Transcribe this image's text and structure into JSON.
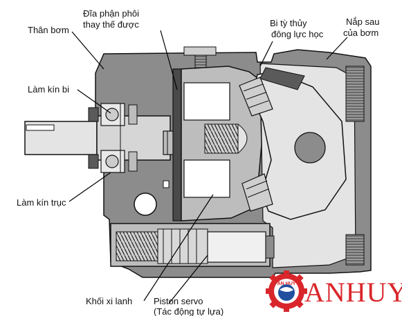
{
  "labels": {
    "than_bom": "Thân bơm",
    "dia_phan_phoi_1": "Đĩa phận phôi",
    "dia_phan_phoi_2": "thay thế được",
    "bi_ty_thuy_1": "Bi tỳ thủy",
    "bi_ty_thuy_2": "đông lực học",
    "nap_sau_1": "Nắp sau",
    "nap_sau_2": "của bơm",
    "lam_kin_bi": "Làm kín bi",
    "lam_kin_truc": "Làm kín trục",
    "khoi_xi_lanh": "Khối xi lanh",
    "piston_servo_1": "Piston servo",
    "piston_servo_2": "(Tác động tự lựa)"
  },
  "logo": {
    "text": "ANHUY",
    "badge_text": "AN HUY"
  },
  "colors": {
    "housing": "#8c8c8c",
    "inner": "#bdbdbd",
    "light": "#e4e4e4",
    "outline": "#111111",
    "brand": "#d9262b",
    "brand_blue": "#1f4f9e"
  }
}
